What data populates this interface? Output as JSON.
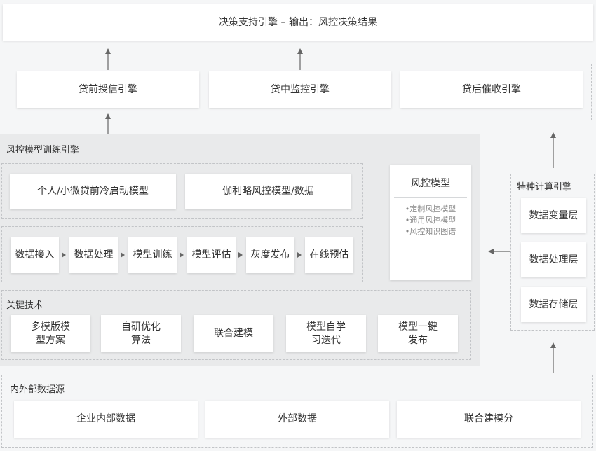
{
  "decision": {
    "label": "决策支持引擎 – 输出：风控决策结果"
  },
  "loan_engines": [
    "贷前授信引擎",
    "贷中监控引擎",
    "贷后催收引擎"
  ],
  "training": {
    "title": "风控模型训练引擎",
    "models": [
      "个人/小微贷前冷启动模型",
      "伽利略风控模型/数据"
    ],
    "steps": [
      "数据接入",
      "数据处理",
      "模型训练",
      "模型评估",
      "灰度发布",
      "在线预估"
    ]
  },
  "risk_model": {
    "title": "风控模型",
    "items": [
      "•定制风控模型",
      "•通用风控模型",
      "•风控知识图谱"
    ]
  },
  "key_tech": {
    "title": "关键技术",
    "items": [
      {
        "line1": "多模版模",
        "line2": "型方案"
      },
      {
        "line1": "自研优化",
        "line2": "算法"
      },
      {
        "line1": "联合建模",
        "line2": ""
      },
      {
        "line1": "模型自学",
        "line2": "习迭代"
      },
      {
        "line1": "模型一键",
        "line2": "发布"
      }
    ]
  },
  "special_engine": {
    "title": "特种计算引擎",
    "layers": [
      "数据变量层",
      "数据处理层",
      "数据存储层"
    ]
  },
  "data_sources": {
    "title": "内外部数据源",
    "items": [
      "企业内部数据",
      "外部数据",
      "联合建模分"
    ]
  }
}
